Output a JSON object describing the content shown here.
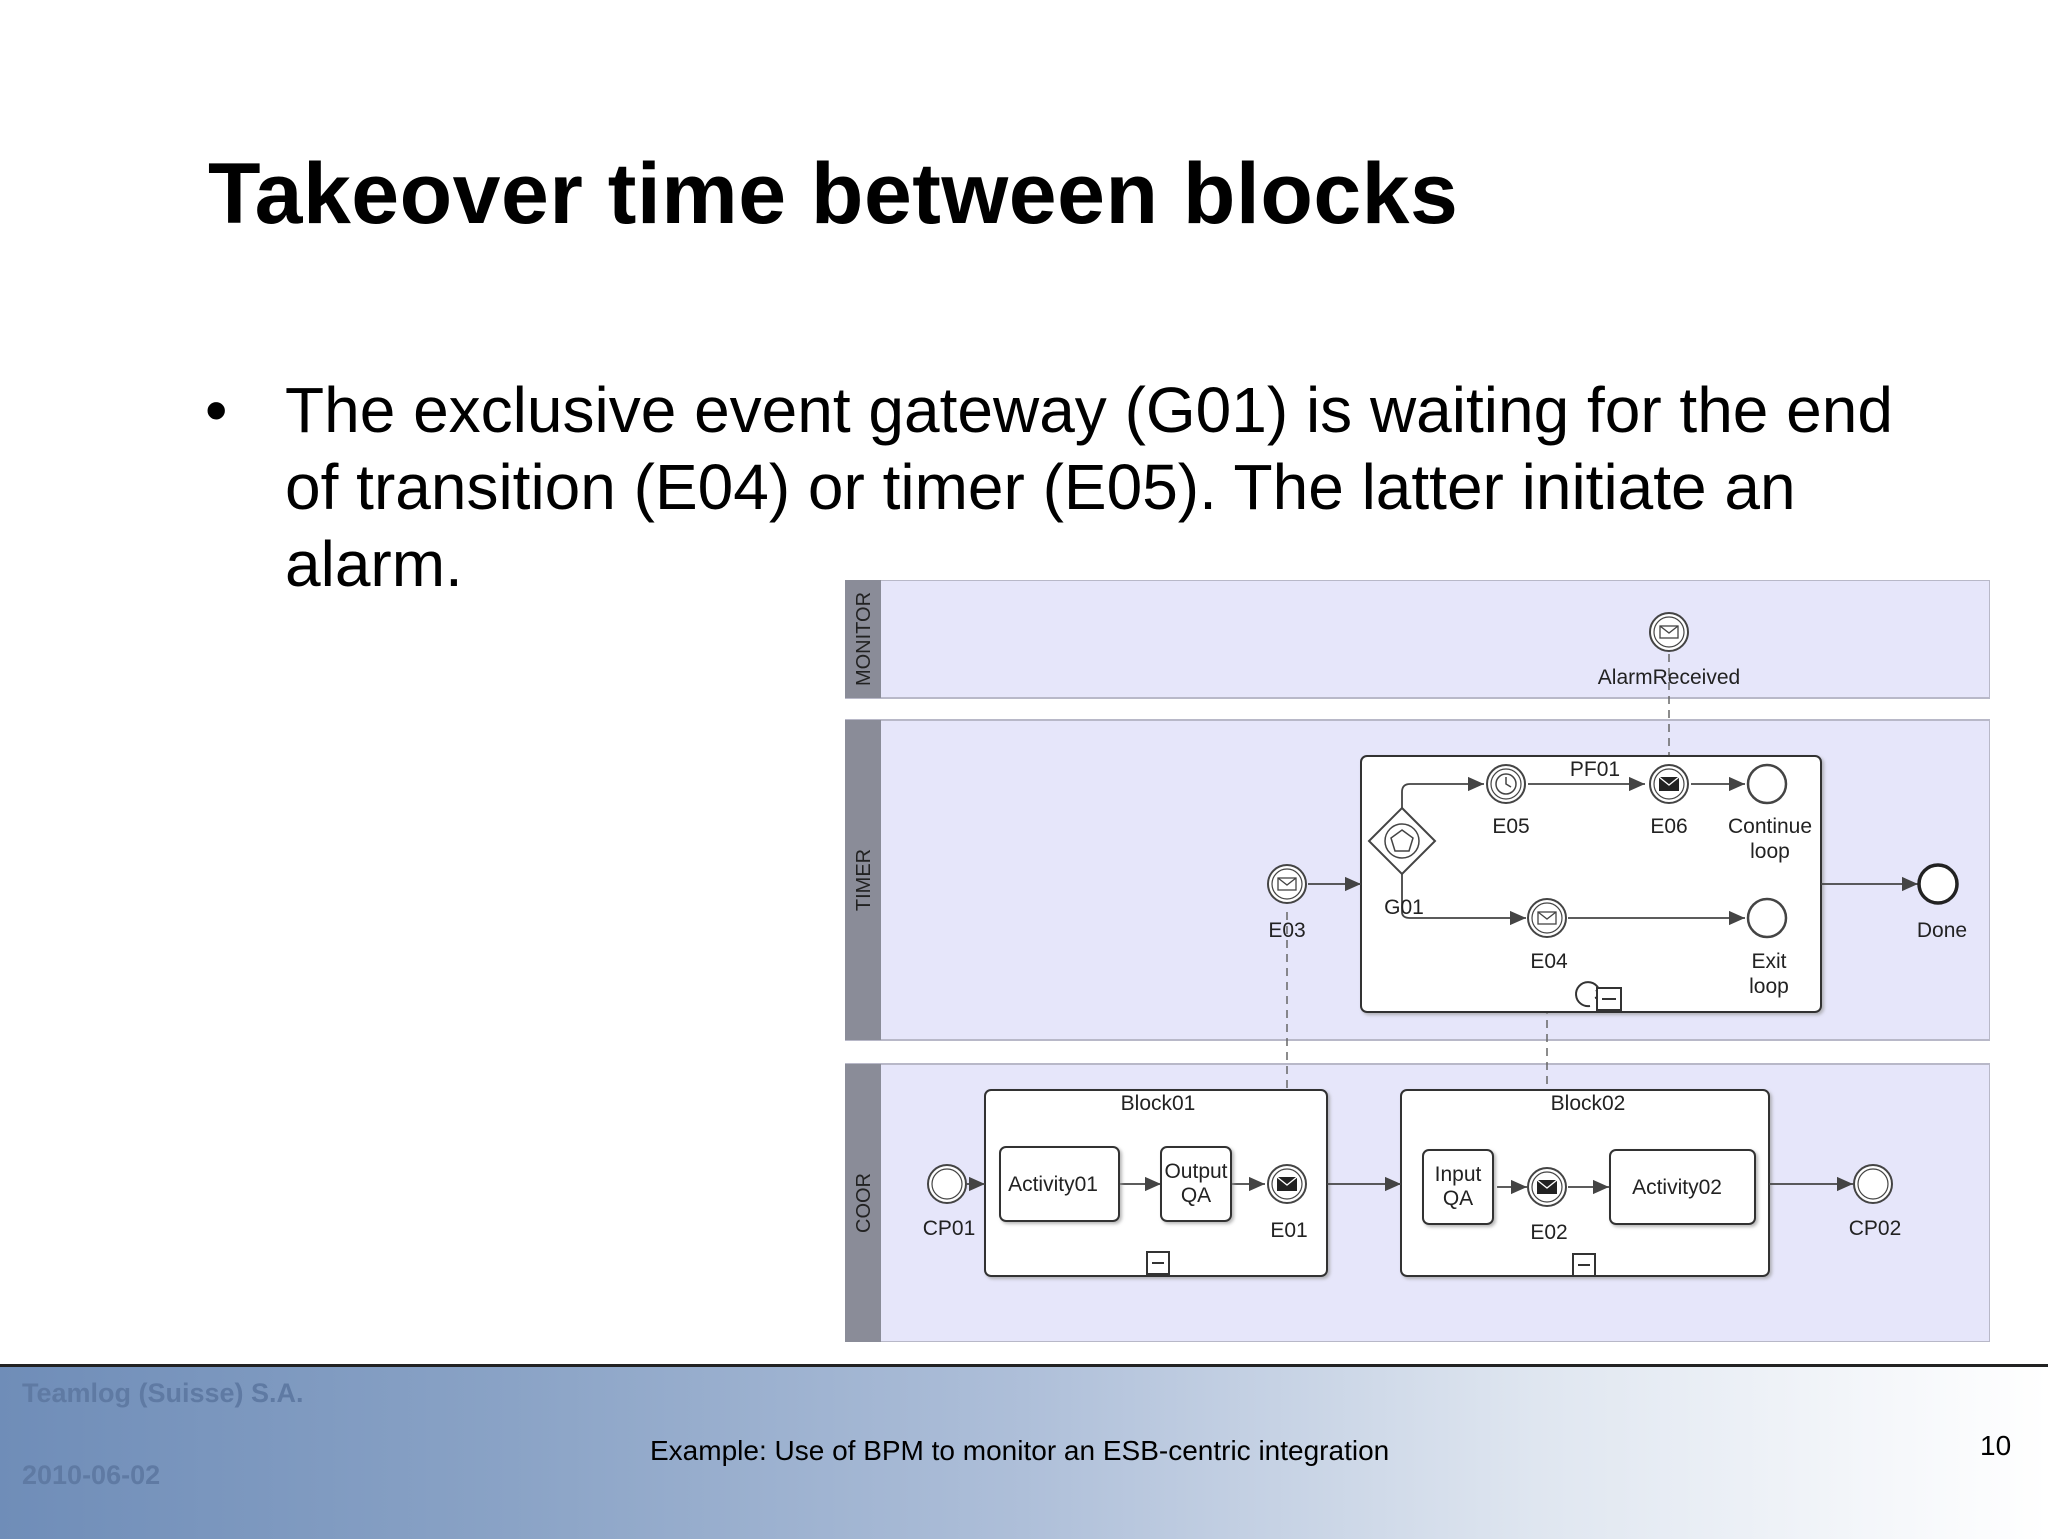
{
  "slide": {
    "title": "Takeover time between blocks",
    "bullet": "The exclusive event gateway (G01) is waiting for the end of transition (E04) or timer (E05). The latter initiate an alarm."
  },
  "diagram": {
    "lanes": {
      "monitor": "MONITOR",
      "timer": "TIMER",
      "coor": "COOR"
    },
    "subprocesses": {
      "pf01": "PF01",
      "block01": "Block01",
      "block02": "Block02"
    },
    "tasks": {
      "activity01": "Activity01",
      "output_qa_line1": "Output",
      "output_qa_line2": "QA",
      "input_qa_line1": "Input",
      "input_qa_line2": "QA",
      "activity02": "Activity02"
    },
    "events": {
      "alarm_received": "AlarmReceived",
      "e05": "E05",
      "e06": "E06",
      "continue_line1": "Continue",
      "continue_line2": "loop",
      "e03": "E03",
      "g01": "G01",
      "e04": "E04",
      "exit_line1": "Exit",
      "exit_line2": "loop",
      "done": "Done",
      "cp01": "CP01",
      "e01": "E01",
      "e02": "E02",
      "cp02": "CP02"
    },
    "colors": {
      "lane_fill": "#e6e6fa",
      "lane_header": "#8a8c98"
    }
  },
  "footer": {
    "company": "Teamlog (Suisse) S.A.",
    "date": "2010-06-02",
    "caption": "Example: Use of BPM to monitor an ESB-centric integration",
    "page": "10"
  }
}
